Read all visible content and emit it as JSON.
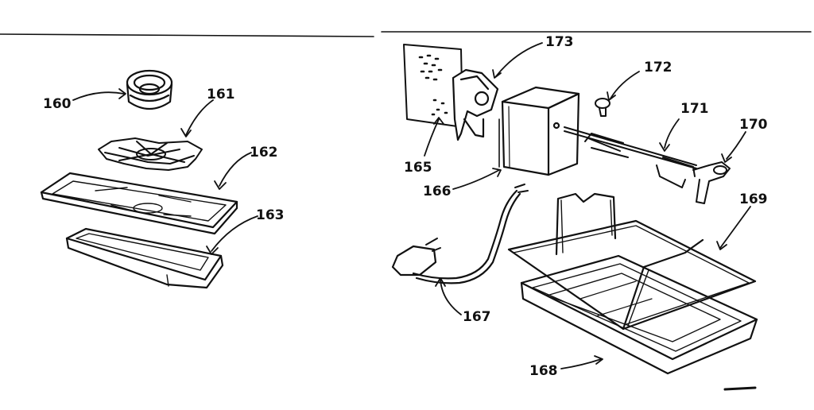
{
  "parts": [
    {
      "id": "knob",
      "number": "160"
    },
    {
      "id": "burner-grate",
      "number": "161"
    },
    {
      "id": "broiler-pan-insert",
      "number": "162"
    },
    {
      "id": "broiler-pan",
      "number": "163"
    },
    {
      "id": "motor-mounting-plate",
      "number": "165"
    },
    {
      "id": "rotisserie-motor",
      "number": "166"
    },
    {
      "id": "power-cord",
      "number": "167"
    },
    {
      "id": "drip-pan",
      "number": "168"
    },
    {
      "id": "wire-rack",
      "number": "169"
    },
    {
      "id": "spit-handle",
      "number": "170"
    },
    {
      "id": "spit-fork",
      "number": "171"
    },
    {
      "id": "thumb-screw",
      "number": "172"
    },
    {
      "id": "motor-bracket",
      "number": "173"
    }
  ]
}
